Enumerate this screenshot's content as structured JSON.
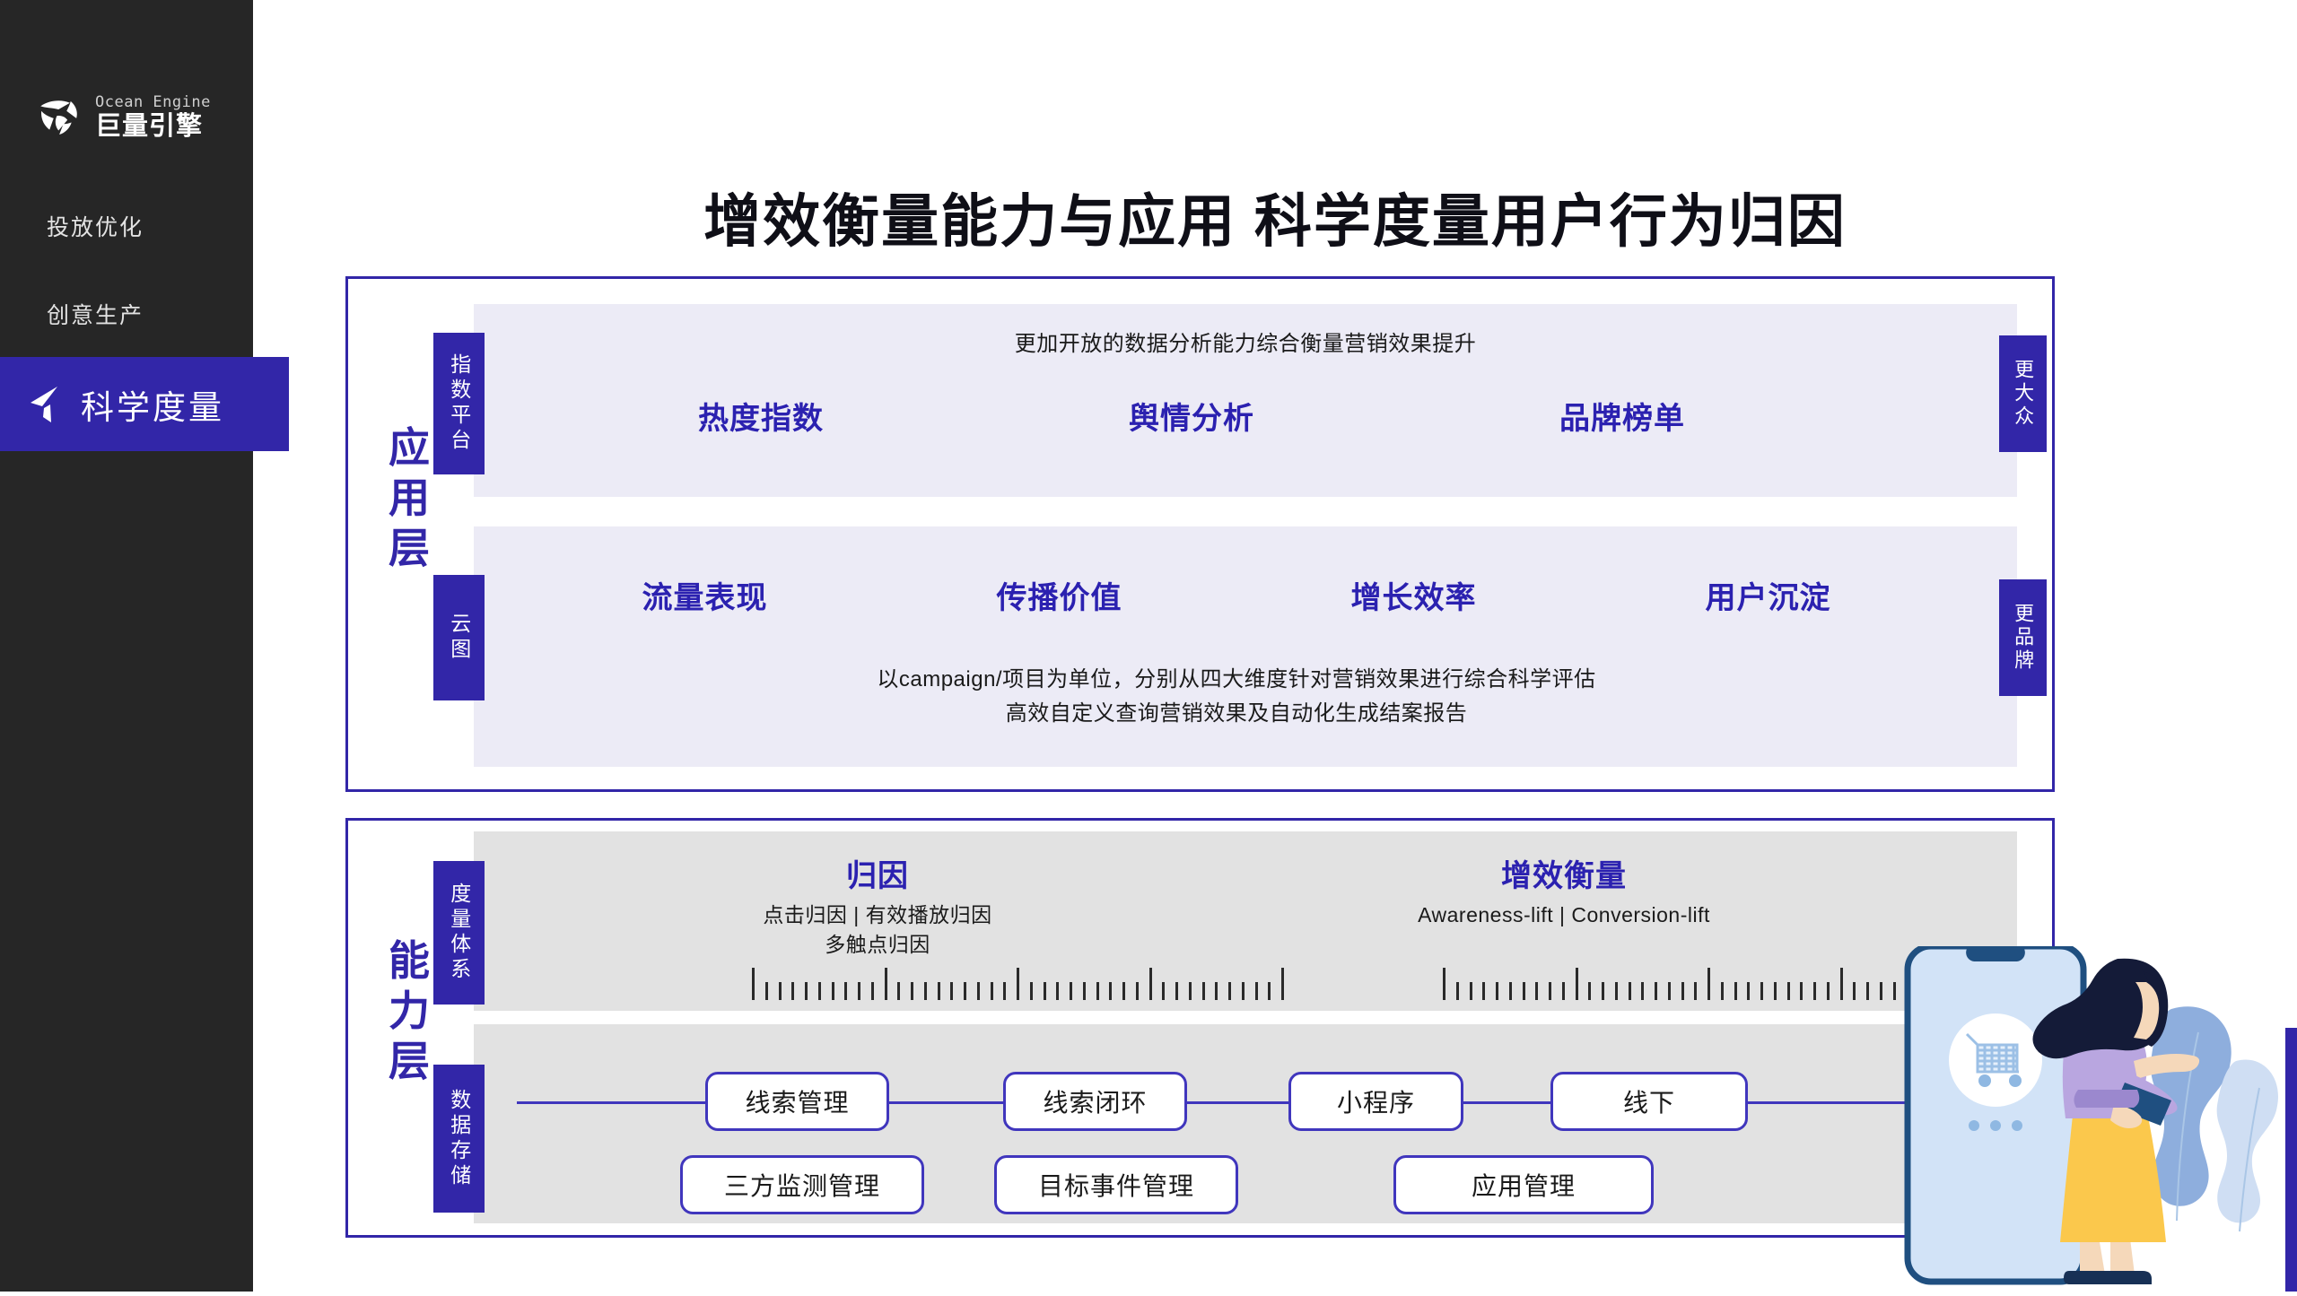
{
  "brand": {
    "logo_en": "Ocean Engine",
    "logo_cn": "巨量引擎",
    "accent": "#3226a8",
    "sidebar_bg": "#262626"
  },
  "sidebar": {
    "items": [
      {
        "label": "投放优化",
        "active": false
      },
      {
        "label": "创意生产",
        "active": false
      },
      {
        "label": "科学度量",
        "active": true
      }
    ]
  },
  "header": {
    "title": "增效衡量能力与应用 科学度量用户行为归因"
  },
  "panels": {
    "application": {
      "layer_label": "应用层",
      "rows": [
        {
          "chip": "指数平台",
          "headline": "更加开放的数据分析能力综合衡量营销效果提升",
          "pills": [
            "热度指数",
            "舆情分析",
            "品牌榜单"
          ],
          "right_chip": "更大众"
        },
        {
          "chip": "云图",
          "pills": [
            "流量表现",
            "传播价值",
            "增长效率",
            "用户沉淀"
          ],
          "note_line1": "以campaign/项目为单位，分别从四大维度针对营销效果进行综合科学评估",
          "note_line2": "高效自定义查询营销效果及自动化生成结案报告",
          "right_chip": "更品牌"
        }
      ]
    },
    "capability": {
      "layer_label": "能力层",
      "metrics_row": {
        "chip": "度量体系",
        "columns": [
          {
            "title": "归因",
            "sub_line1": "点击归因 | 有效播放归因",
            "sub_line2": "多触点归因"
          },
          {
            "title": "增效衡量",
            "sub_line1": "Awareness-lift | Conversion-lift",
            "sub_line2": ""
          }
        ]
      },
      "storage_row": {
        "chip": "数据存储",
        "top_nodes": [
          "线索管理",
          "线索闭环",
          "小程序",
          "线下"
        ],
        "bottom_nodes": [
          "三方监测管理",
          "目标事件管理",
          "应用管理"
        ]
      }
    }
  },
  "illustration": {
    "name": "woman-with-phone-shopping",
    "phone_icon": "shopping-cart-icon",
    "dots": "• • •"
  }
}
